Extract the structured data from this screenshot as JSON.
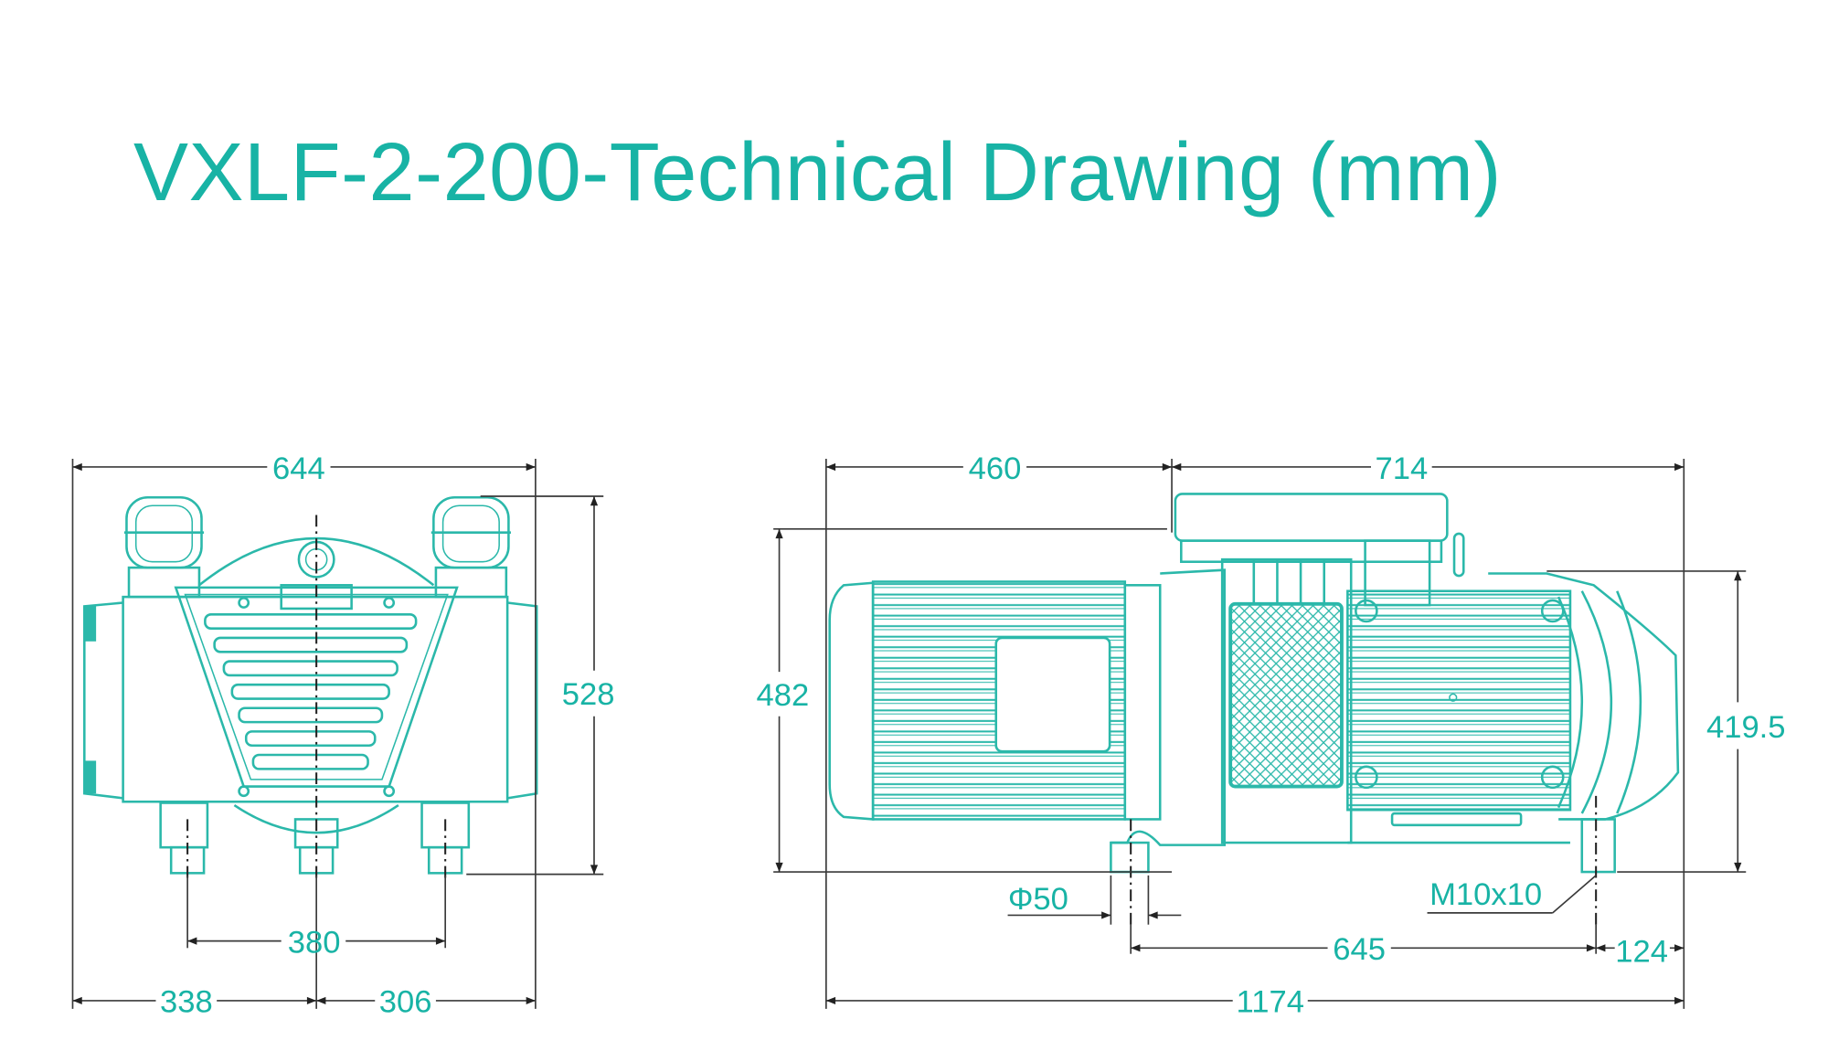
{
  "title": "VXLF-2-200-Technical Drawing (mm)",
  "units": "mm",
  "colors": {
    "accent": "#18b3a5",
    "outline": "#2bb8aa",
    "dimension_line": "#3a3a3a"
  },
  "front_view": {
    "overall_width": "644",
    "overall_height": "528",
    "foot_spacing": "380",
    "left_offset": "338",
    "right_offset": "306"
  },
  "side_view": {
    "motor_length": "460",
    "pump_length": "714",
    "overall_height": "482",
    "pump_height": "419.5",
    "foot_diameter": "Φ50",
    "foot_spacing": "645",
    "end_offset": "124",
    "overall_length": "1174",
    "thread": "M10x10"
  }
}
